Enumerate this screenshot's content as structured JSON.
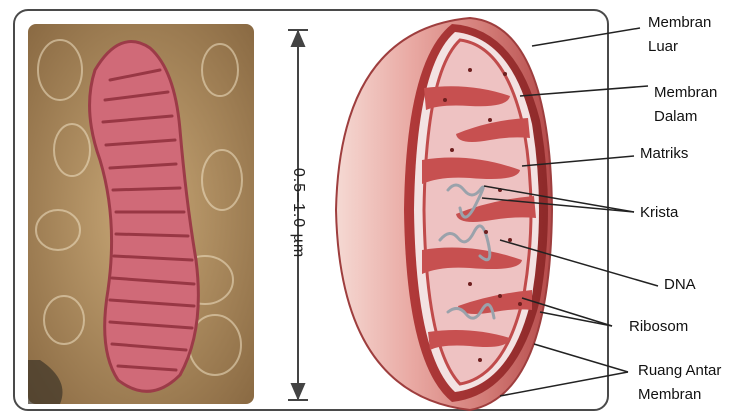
{
  "scale_bar": {
    "text": "0.5–1.0 µm"
  },
  "labels": {
    "outer_membrane": [
      "Membran",
      "Luar"
    ],
    "inner_membrane": [
      "Membran",
      "Dalam"
    ],
    "matrix": "Matriks",
    "cristae": "Krista",
    "dna": "DNA",
    "ribosome": "Ribosom",
    "intermembrane_space": [
      "Ruang Antar",
      "Membran"
    ]
  },
  "colors": {
    "micrograph_bg": "#b58f5d",
    "micrograph_organelle": "#d16a78",
    "outer_membrane": "#b23a3a",
    "matrix": "#f1c9c9",
    "cristae": "#c75050",
    "frame": "#4a4a4a"
  }
}
